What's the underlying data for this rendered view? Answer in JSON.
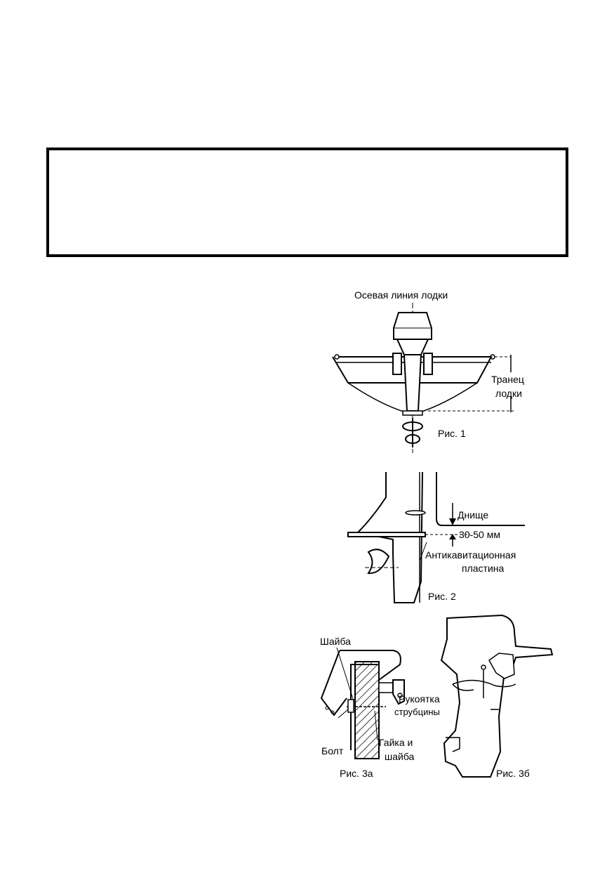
{
  "fig1": {
    "axis_label": "Осевая линия лодки",
    "transom_line1": "Транец",
    "transom_line2": "лодки",
    "caption": "Рис. 1"
  },
  "fig2": {
    "bottom_label": "Днище",
    "gap_label": "30-50 мм",
    "plate_line1": "Антикавитационная",
    "plate_line2": "пластина",
    "caption": "Рис. 2"
  },
  "fig3": {
    "washer_label": "Шайба",
    "handle_line1": "Рукоятка",
    "handle_line2": "струбцины",
    "bolt_label": "Болт",
    "nut_line1": "Гайка и",
    "nut_line2": "шайба",
    "caption_a": "Рис. 3а",
    "caption_b": "Рис. 3б"
  }
}
